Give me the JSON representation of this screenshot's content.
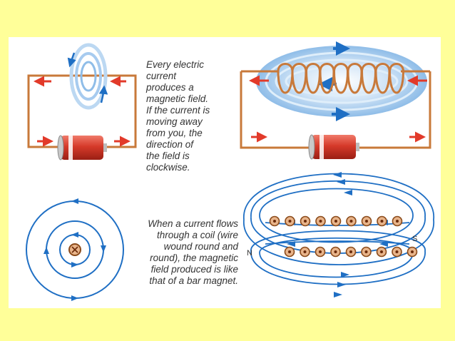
{
  "captions": {
    "top": [
      "Every electric",
      "current",
      "produces a",
      "magnetic field.",
      "If the current is",
      "moving away",
      "from you, the",
      "direction of",
      "the field is",
      "clockwise."
    ],
    "bottom": [
      "When a current flows",
      "through a coil (wire",
      "wound round and",
      "round), the magnetic",
      "field produced is like",
      "that of a bar magnet."
    ]
  },
  "poles": {
    "north": "N",
    "south": "S"
  },
  "colors": {
    "wire": "#c8793a",
    "current_arrow": "#e23a2a",
    "field": "#1f6fc4",
    "field_glow": "#9cc6ec",
    "battery": "#d63a2a",
    "page_background": "#ffff99"
  }
}
